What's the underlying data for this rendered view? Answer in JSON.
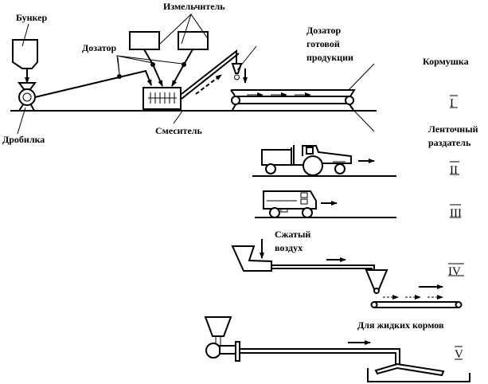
{
  "labels": {
    "bunker": "Бункер",
    "chopper": "Измельчитель",
    "doser": "Дозатор",
    "product_doser_1": "Дозатор",
    "product_doser_2": "готовой",
    "product_doser_3": "продукции",
    "feeder": "Кормушка",
    "crusher": "Дробилка",
    "mixer": "Смеситель",
    "belt_1": "Ленточный",
    "belt_2": "раздатель",
    "air_1": "Сжатый",
    "air_2": "воздух",
    "liquid": "Для жидких кормов"
  },
  "schemes": [
    "I",
    "II",
    "III",
    "IV",
    "V"
  ]
}
